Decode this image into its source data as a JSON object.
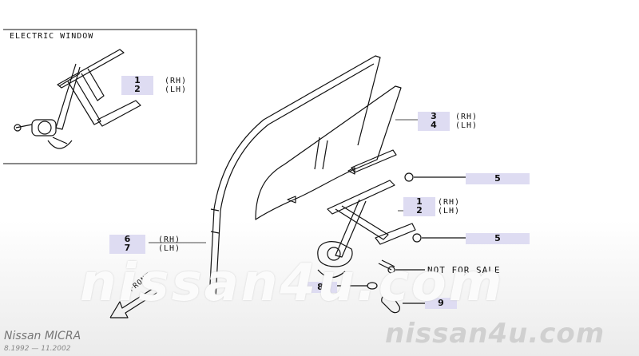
{
  "inset_title": "ELECTRIC WINDOW",
  "front_label": "FRONT",
  "not_for_sale": "NOT FOR SALE",
  "watermark_center": "nissan4u.com",
  "watermark_corner": "nissan4u.com",
  "model_name": "Nissan MICRA",
  "period": "8.1992 — 11.2002",
  "parts": {
    "inset_regulator": {
      "top": "1",
      "bottom": "2",
      "top_side": "(RH)",
      "bottom_side": "(LH)"
    },
    "glass": {
      "top": "3",
      "bottom": "4",
      "top_side": "(RH)",
      "bottom_side": "(LH)"
    },
    "bolt_upper": {
      "number": "5"
    },
    "regulator": {
      "top": "1",
      "bottom": "2",
      "top_side": "(RH)",
      "bottom_side": "(LH)"
    },
    "bolt_lower": {
      "number": "5"
    },
    "sash_channel": {
      "top": "6",
      "bottom": "7",
      "top_side": "(RH)",
      "bottom_side": "(LH)"
    },
    "grommet": {
      "number": "8"
    },
    "handle": {
      "number": "9"
    }
  },
  "colors": {
    "callout_box": "#dedcf2",
    "line": "#111111"
  }
}
